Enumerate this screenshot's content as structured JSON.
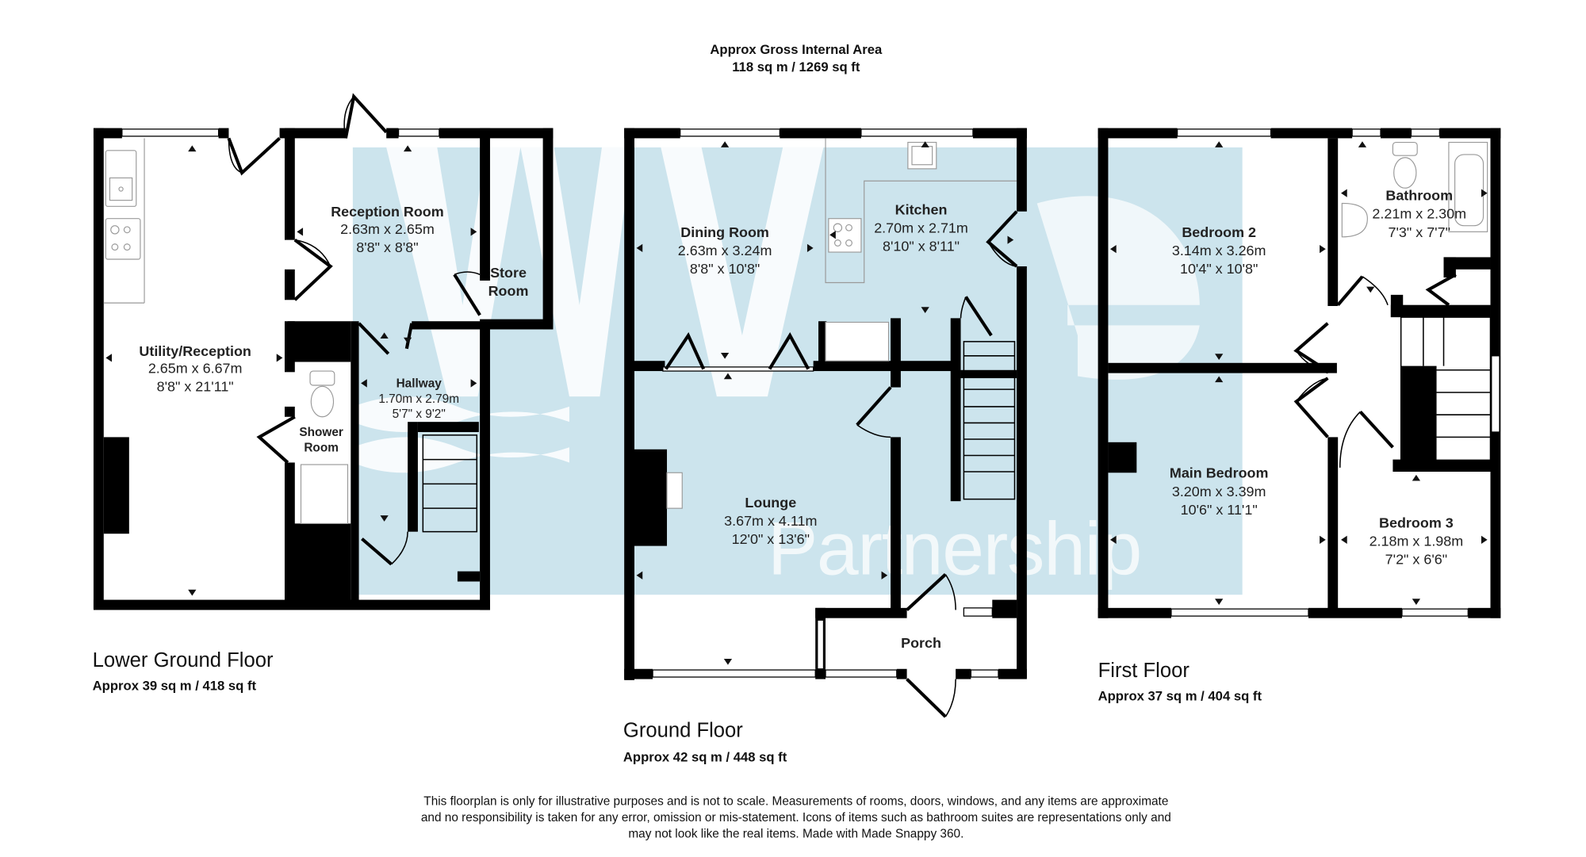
{
  "header": {
    "gross_area_title": "Approx Gross Internal Area",
    "gross_area_value": "118 sq m / 1269 sq ft"
  },
  "watermark": {
    "logo_letters": "WAVE",
    "brand_text": "Partnership",
    "color": "#c9e3ec"
  },
  "floors": [
    {
      "title": "Lower Ground Floor",
      "area": "Approx 39 sq m / 418 sq ft",
      "rooms": [
        {
          "name": "Utility/Reception",
          "metric": "2.65m x 6.67m",
          "imperial": "8'8\" x 21'11\""
        },
        {
          "name": "Reception Room",
          "metric": "2.63m x 2.65m",
          "imperial": "8'8\" x 8'8\""
        },
        {
          "name": "Store",
          "name2": "Room"
        },
        {
          "name": "Shower",
          "name2": "Room"
        },
        {
          "name": "Hallway",
          "metric": "1.70m x 2.79m",
          "imperial": "5'7\" x 9'2\""
        }
      ]
    },
    {
      "title": "Ground Floor",
      "area": "Approx 42 sq m / 448 sq ft",
      "rooms": [
        {
          "name": "Dining Room",
          "metric": "2.63m x 3.24m",
          "imperial": "8'8\" x 10'8\""
        },
        {
          "name": "Kitchen",
          "metric": "2.70m x 2.71m",
          "imperial": "8'10\" x 8'11\""
        },
        {
          "name": "Lounge",
          "metric": "3.67m x 4.11m",
          "imperial": "12'0\" x 13'6\""
        },
        {
          "name": "Porch"
        }
      ]
    },
    {
      "title": "First Floor",
      "area": "Approx 37 sq m / 404 sq ft",
      "rooms": [
        {
          "name": "Bedroom 2",
          "metric": "3.14m x 3.26m",
          "imperial": "10'4\" x 10'8\""
        },
        {
          "name": "Bathroom",
          "metric": "2.21m x 2.30m",
          "imperial": "7'3\" x 7'7\""
        },
        {
          "name": "Main Bedroom",
          "metric": "3.20m x 3.39m",
          "imperial": "10'6\" x 11'1\""
        },
        {
          "name": "Bedroom 3",
          "metric": "2.18m x 1.98m",
          "imperial": "7'2\" x 6'6\""
        }
      ]
    }
  ],
  "disclaimer": {
    "line1": "This floorplan is only for illustrative purposes and is not to scale. Measurements of rooms, doors, windows, and any items are approximate",
    "line2": "and no responsibility is taken for any error, omission or mis-statement. Icons of items such as bathroom suites are representations only and",
    "line3": "may not look like the real items. Made with Made Snappy 360."
  }
}
